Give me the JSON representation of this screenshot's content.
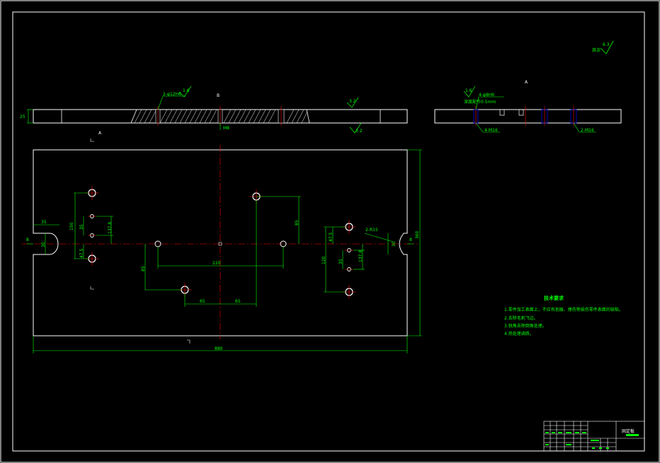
{
  "drawing": {
    "colors": {
      "background": "#000000",
      "outline": "#ffffff",
      "dimension": "#00ff00",
      "center": "#ff0000",
      "hidden": "#0000ff",
      "hatch": "#ffffff"
    },
    "roughness_note": {
      "label": "其余",
      "value": "6.3"
    },
    "front_view": {
      "thickness": "25",
      "hole_callout": "2-φ12H6",
      "roughness_top": "1.6",
      "roughness_right": "3.2",
      "roughness_bottom": "3.2",
      "section_mark": "B",
      "thread_note": "M8"
    },
    "side_view": {
      "section_mark": "A",
      "roughness": "1.6",
      "callout_top": "4-φ8H6",
      "depth_note": "深度配作0.5mm",
      "callout_bottom_left": "4-M16",
      "callout_bottom_right": "2-M16"
    },
    "plan_view": {
      "view_mark": "A",
      "overall_length": "880",
      "overall_width": "360",
      "slot_width": "35",
      "slot_depth": "8",
      "slot_radius": "30",
      "left_dims": [
        "150",
        "35",
        "47.5",
        "137.8"
      ],
      "center_dims": [
        "85",
        "220",
        "85",
        "65",
        "65"
      ],
      "right_dims": [
        "2-R15",
        "47.5",
        "120",
        "35",
        "137.8"
      ],
      "right_slot_dims": [
        "30",
        "8"
      ]
    },
    "tech_requirements": {
      "title": "技术要求",
      "items": [
        "1.零件加工表面上，不应有划痕、擦伤等损伤零件表面的缺陷。",
        "2.去除毛刺飞边。",
        "3.锐角去除倒角处理。",
        "4.热处理调质。"
      ]
    },
    "title_block": {
      "drawing_name": "固定板"
    }
  }
}
